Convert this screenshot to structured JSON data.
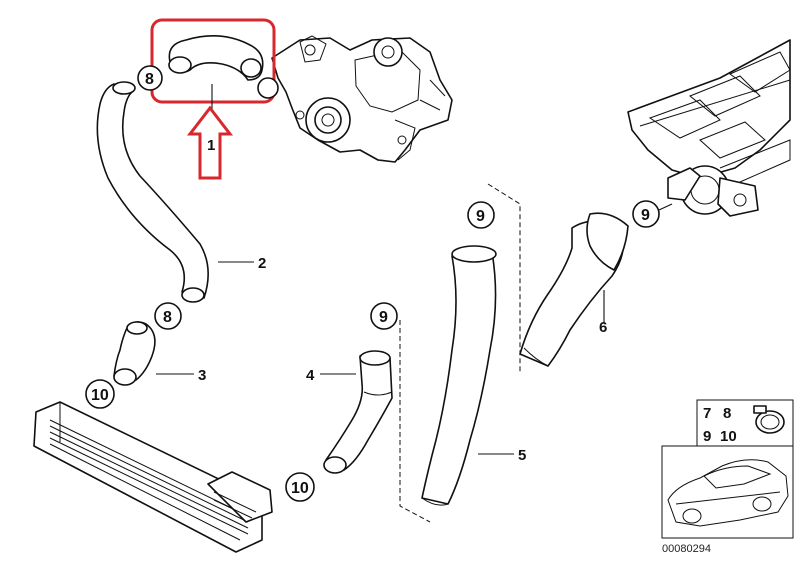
{
  "parts": {
    "p1": "1",
    "p2": "2",
    "p3": "3",
    "p4": "4",
    "p5": "5",
    "p6": "6"
  },
  "callouts": {
    "c8_top": "8",
    "c9_mid": "9",
    "c9_right": "9",
    "c8_lower": "8",
    "c9_hose4": "9",
    "c10_left": "10",
    "c10_bottom": "10"
  },
  "legend": {
    "n7": "7",
    "n8": "8",
    "n9": "9",
    "n10": "10"
  },
  "diagram_ref": "00080294",
  "colors": {
    "highlight": "#d9272e",
    "line": "#111111"
  },
  "icons": {
    "arrow": "up-arrow-icon",
    "clamp": "hose-clamp-icon",
    "car": "car-silhouette-icon"
  }
}
